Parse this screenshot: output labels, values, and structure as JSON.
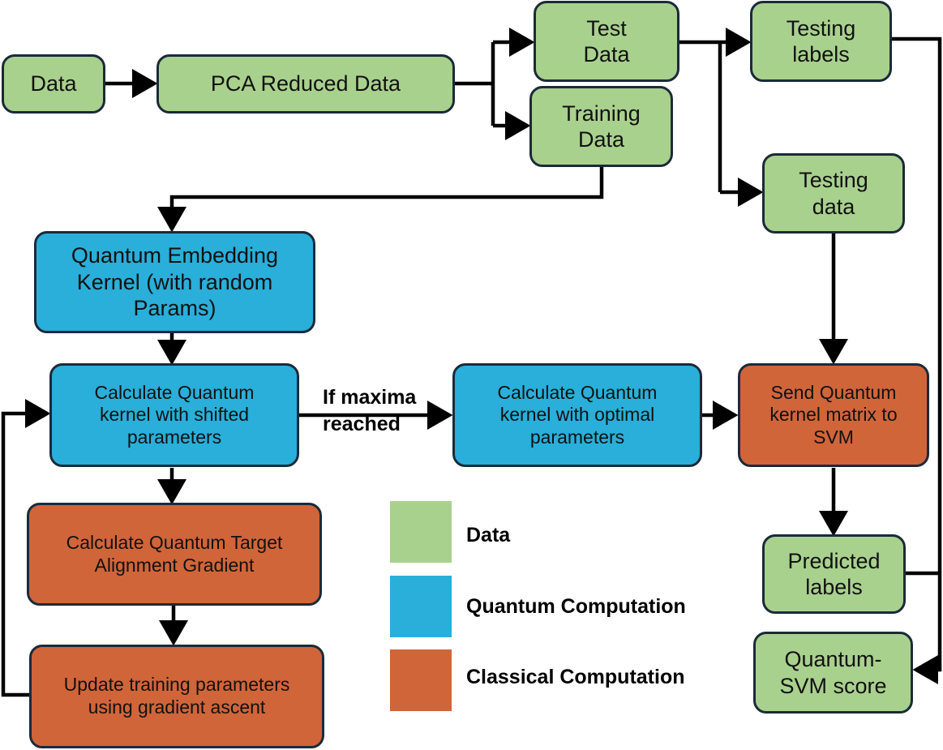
{
  "nodes": {
    "data": "Data",
    "pca": "PCA Reduced Data",
    "test_data": "Test\nData",
    "training_data": "Training\nData",
    "testing_labels": "Testing\nlabels",
    "testing_data": "Testing\ndata",
    "qek": "Quantum Embedding\nKernel (with random\nParams)",
    "calc_shifted": "Calculate Quantum\nkernel with shifted\nparameters",
    "calc_optimal": "Calculate Quantum\nkernel with optimal\nparameters",
    "send_svm": "Send Quantum\nkernel matrix to\nSVM",
    "calc_gradient": "Calculate Quantum Target\nAlignment Gradient",
    "update_params": "Update training parameters\nusing gradient ascent",
    "predicted_labels": "Predicted\nlabels",
    "svm_score": "Quantum-\nSVM score"
  },
  "edge_label": "If maxima\nreached",
  "legend": [
    {
      "label": "Data",
      "color": "#a9d18e"
    },
    {
      "label": "Quantum Computation",
      "color": "#29afd9"
    },
    {
      "label": "Classical Computation",
      "color": "#d0653a"
    }
  ],
  "colors": {
    "data": "#a9d18e",
    "quantum": "#29afd9",
    "classical": "#d0653a"
  }
}
